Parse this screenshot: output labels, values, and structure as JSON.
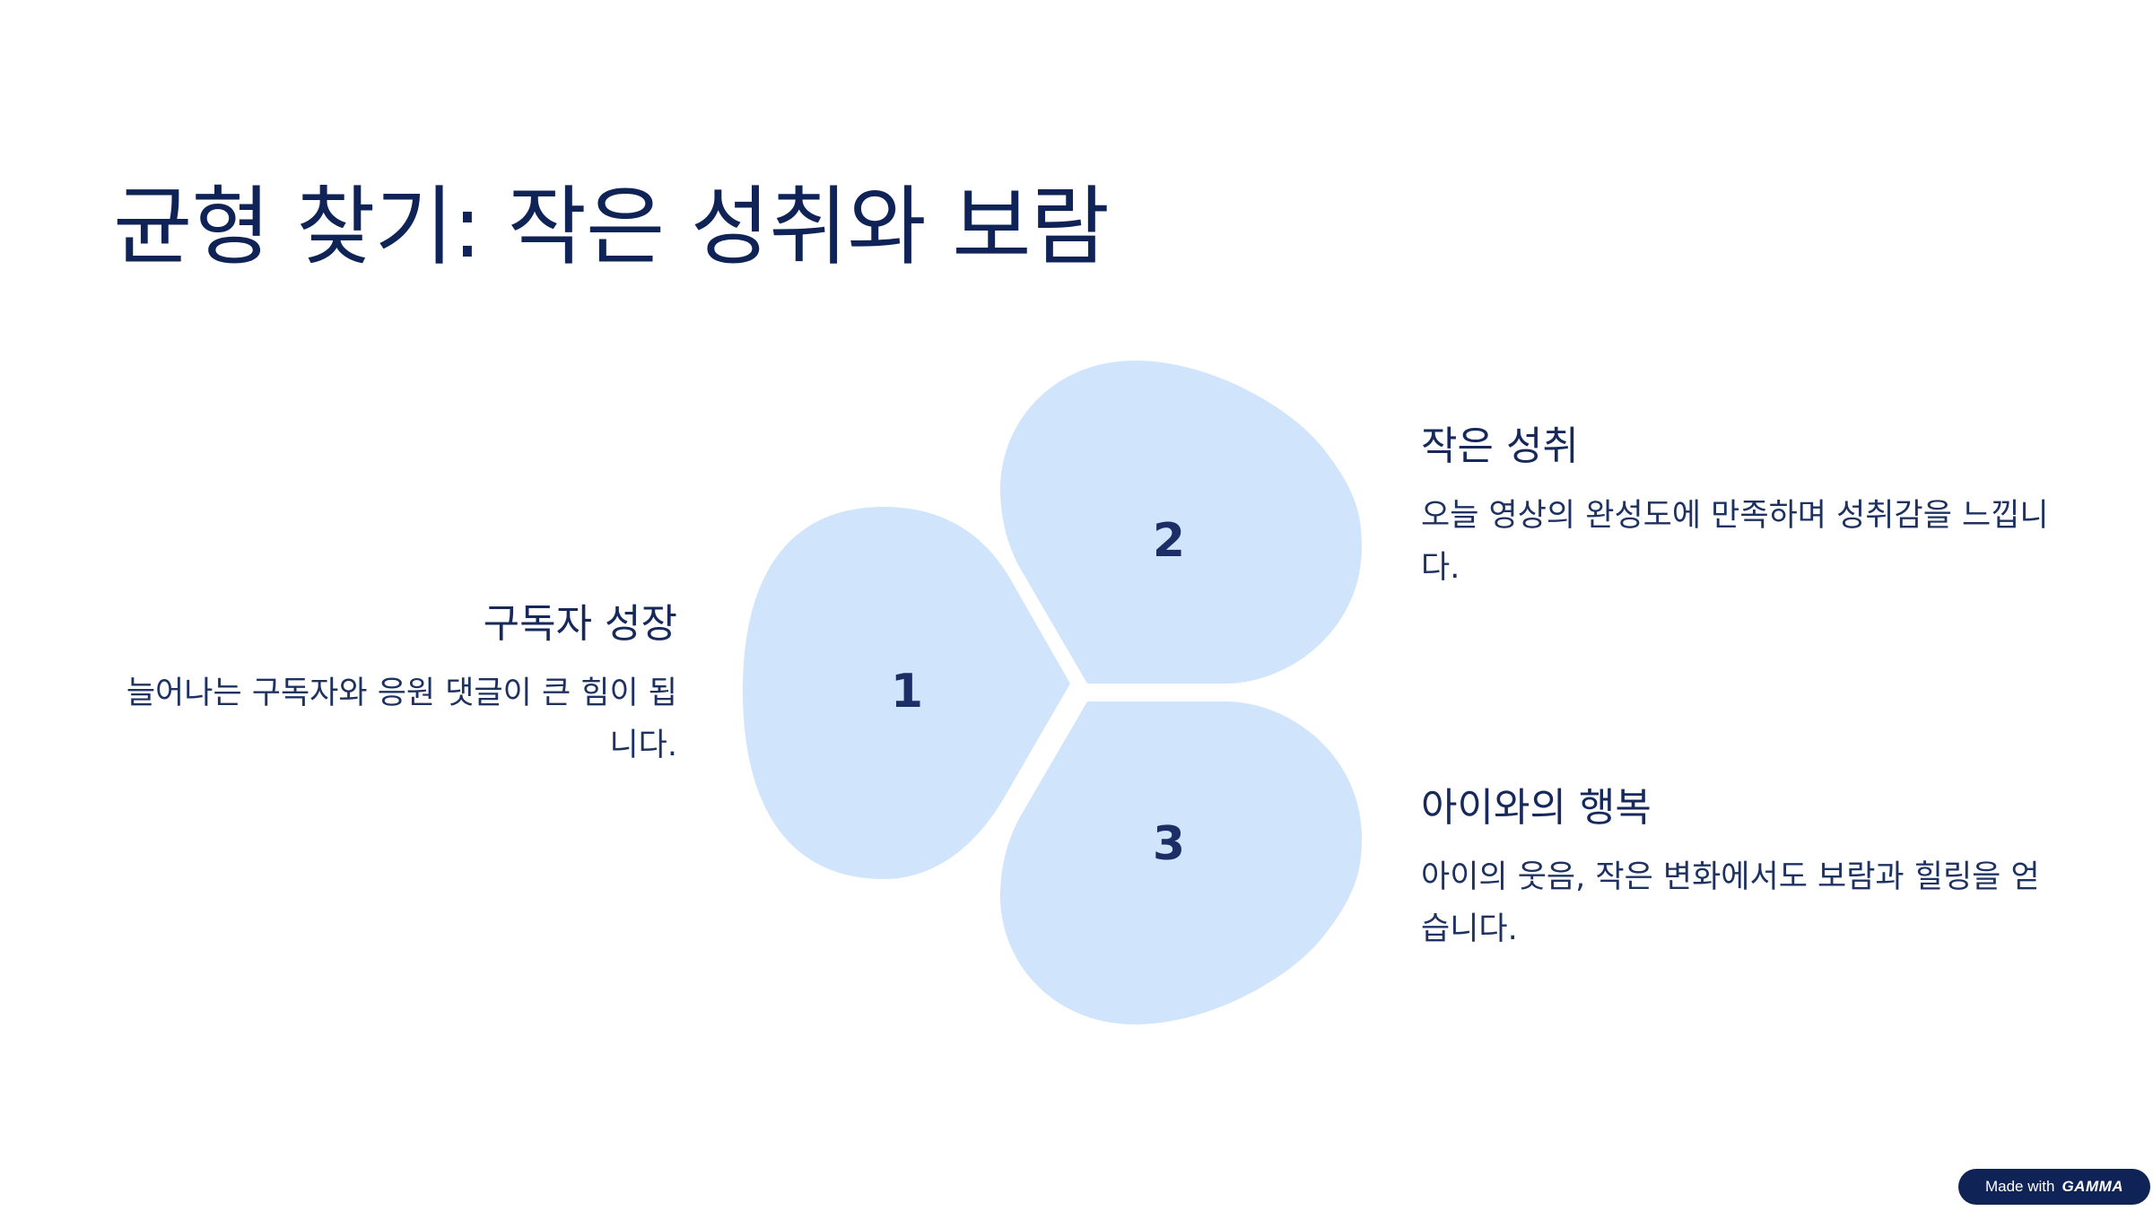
{
  "slide": {
    "title": "균형 찾기: 작은 성취와 보람"
  },
  "diagram": {
    "petals": [
      {
        "number": "1"
      },
      {
        "number": "2"
      },
      {
        "number": "3"
      }
    ],
    "fill_color": "#d0e4fb",
    "number_color": "#1b2f66"
  },
  "items": [
    {
      "heading": "구독자 성장",
      "body": "늘어나는 구독자와 응원 댓글이 큰 힘이 됩니다."
    },
    {
      "heading": "작은 성취",
      "body": "오늘 영상의 완성도에 만족하며 성취감을 느낍니다."
    },
    {
      "heading": "아이와의 행복",
      "body": "아이의 웃음, 작은 변화에서도 보람과 힐링을 얻습니다."
    }
  ],
  "badge": {
    "prefix": "Made with",
    "brand": "GAMMA"
  },
  "colors": {
    "text": "#16295a",
    "badge_bg": "#0f2356"
  }
}
